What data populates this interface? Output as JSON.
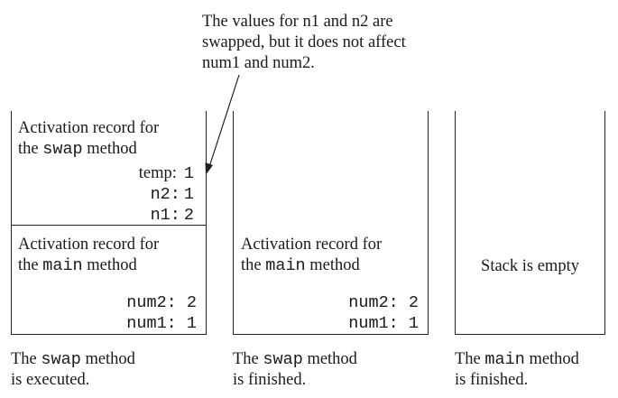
{
  "callout": {
    "lines": [
      "The values for n1 and n2 are",
      "swapped, but it does not affect",
      "num1 and num2."
    ]
  },
  "stack1": {
    "swap_record": {
      "title_line1": "Activation record for",
      "title_pre": "the ",
      "title_code": "swap",
      "title_post": " method",
      "vars": [
        {
          "name": "temp:",
          "value": "1"
        },
        {
          "name": "n2:",
          "value": "1"
        },
        {
          "name": "n1:",
          "value": "2"
        }
      ]
    },
    "main_record": {
      "title_line1": "Activation record for",
      "title_pre": "the ",
      "title_code": "main",
      "title_post": " method",
      "vars": [
        {
          "name": "num2:",
          "value": "2"
        },
        {
          "name": "num1:",
          "value": "1"
        }
      ]
    },
    "caption": {
      "pre": "The ",
      "code": "swap",
      "post": " method",
      "line2": "is executed."
    }
  },
  "stack2": {
    "main_record": {
      "title_line1": "Activation record for",
      "title_pre": "the ",
      "title_code": "main",
      "title_post": " method",
      "vars": [
        {
          "name": "num2:",
          "value": "2"
        },
        {
          "name": "num1:",
          "value": "1"
        }
      ]
    },
    "caption": {
      "pre": "The ",
      "code": "swap",
      "post": " method",
      "line2": "is finished."
    }
  },
  "stack3": {
    "empty_text": "Stack is empty",
    "caption": {
      "pre": "The ",
      "code": "main",
      "post": " method",
      "line2": "is finished."
    }
  }
}
